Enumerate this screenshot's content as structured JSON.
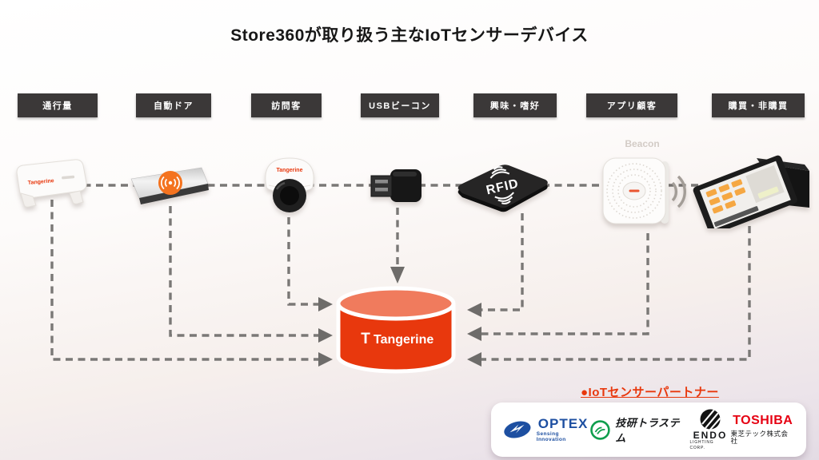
{
  "title": "Store360が取り扱う主なIoTセンサーデバイス",
  "categories": [
    "通行量",
    "自動ドア",
    "訪問客",
    "USBビーコン",
    "興味・嗜好",
    "アプリ顧客",
    "購買・非購買"
  ],
  "device_texts": {
    "counter_brand": "Tangerine",
    "camera_brand": "Tangerine",
    "rfid_label": "RFID",
    "beacon_caption": "Beacon"
  },
  "database": {
    "logo_mark": "T",
    "brand": "Tangerine"
  },
  "partners_section": {
    "heading": "●IoTセンサーパートナー",
    "partners": [
      {
        "name": "OPTEX",
        "tagline": "Sensing Innovation"
      },
      {
        "name": "技研トラステム",
        "tagline": ""
      },
      {
        "name": "ENDO",
        "tagline": "LIGHTING CORP."
      },
      {
        "name": "TOSHIBA",
        "tagline": "東芝テック株式会社"
      }
    ]
  },
  "colors": {
    "accent_orange": "#e8380d",
    "label_bg": "#3b3838",
    "arrow_gray": "#767472",
    "optex_blue": "#1d4fa1",
    "giken_green": "#0f9e4d",
    "toshiba_red": "#e60012"
  }
}
